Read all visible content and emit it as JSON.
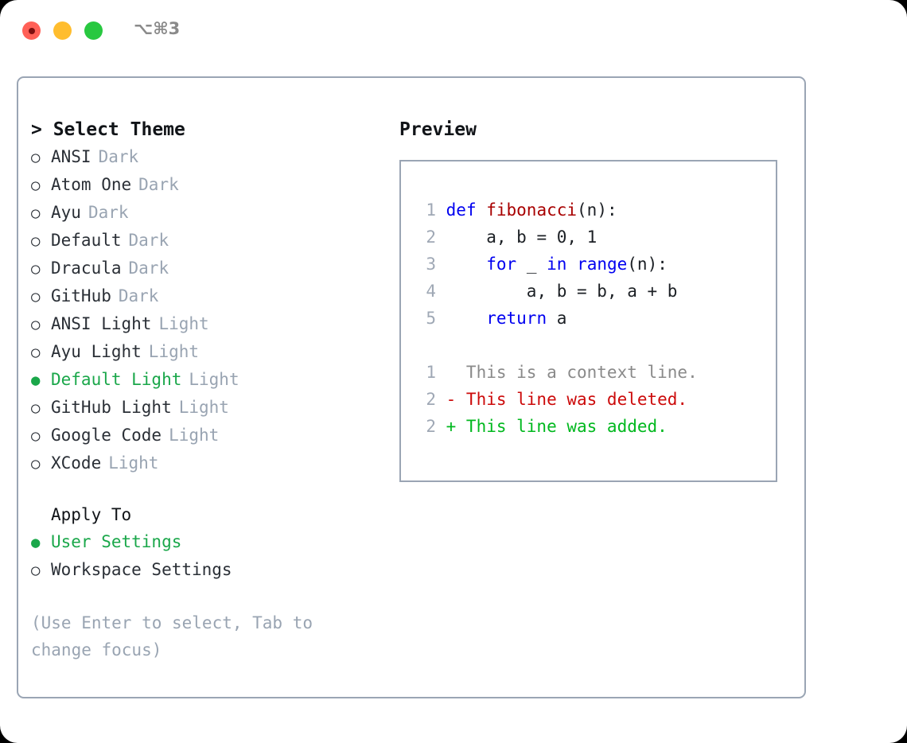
{
  "titlebar": {
    "shortcut": "⌥⌘3",
    "controls": [
      {
        "name": "close",
        "color": "#ff6057"
      },
      {
        "name": "minimize",
        "color": "#ffbd2e"
      },
      {
        "name": "maximize",
        "color": "#28c840"
      }
    ]
  },
  "theme_picker": {
    "heading": "> Select Theme",
    "markers": {
      "selected": "●",
      "unselected": "○"
    },
    "items": [
      {
        "label": "ANSI",
        "variant": "Dark",
        "selected": false
      },
      {
        "label": "Atom One",
        "variant": "Dark",
        "selected": false
      },
      {
        "label": "Ayu",
        "variant": "Dark",
        "selected": false
      },
      {
        "label": "Default",
        "variant": "Dark",
        "selected": false
      },
      {
        "label": "Dracula",
        "variant": "Dark",
        "selected": false
      },
      {
        "label": "GitHub",
        "variant": "Dark",
        "selected": false
      },
      {
        "label": "ANSI Light",
        "variant": "Light",
        "selected": false
      },
      {
        "label": "Ayu Light",
        "variant": "Light",
        "selected": false
      },
      {
        "label": "Default Light",
        "variant": "Light",
        "selected": true
      },
      {
        "label": "GitHub Light",
        "variant": "Light",
        "selected": false
      },
      {
        "label": "Google Code",
        "variant": "Light",
        "selected": false
      },
      {
        "label": "XCode",
        "variant": "Light",
        "selected": false
      }
    ]
  },
  "apply_to": {
    "heading": "Apply To",
    "items": [
      {
        "label": "User Settings",
        "selected": true
      },
      {
        "label": "Workspace Settings",
        "selected": false
      }
    ]
  },
  "hint": "(Use Enter to select, Tab to change focus)",
  "preview": {
    "heading": "Preview",
    "code_lines": [
      {
        "no": "1",
        "tokens": [
          {
            "t": "def ",
            "c": "kw"
          },
          {
            "t": "fibonacci",
            "c": "fn"
          },
          {
            "t": "(n):",
            "c": "pl"
          }
        ]
      },
      {
        "no": "2",
        "tokens": [
          {
            "t": "    a, b = 0, 1",
            "c": "pl"
          }
        ]
      },
      {
        "no": "3",
        "tokens": [
          {
            "t": "    ",
            "c": "pl"
          },
          {
            "t": "for",
            "c": "kw"
          },
          {
            "t": " _ ",
            "c": "pl"
          },
          {
            "t": "in",
            "c": "kw"
          },
          {
            "t": " ",
            "c": "pl"
          },
          {
            "t": "range",
            "c": "kw"
          },
          {
            "t": "(n):",
            "c": "pl"
          }
        ]
      },
      {
        "no": "4",
        "tokens": [
          {
            "t": "        a, b = b, a + b",
            "c": "pl"
          }
        ]
      },
      {
        "no": "5",
        "tokens": [
          {
            "t": "    ",
            "c": "pl"
          },
          {
            "t": "return",
            "c": "kw"
          },
          {
            "t": " a",
            "c": "pl"
          }
        ]
      }
    ],
    "diff_lines": [
      {
        "no": "1",
        "text": "   This is a context line.",
        "kind": "ctx"
      },
      {
        "no": "2",
        "text": " - This line was deleted.",
        "kind": "del"
      },
      {
        "no": "2",
        "text": " + This line was added.",
        "kind": "add"
      }
    ]
  },
  "colors": {
    "selection_green": "#1aa74a",
    "muted_gray": "#99a4b2",
    "border": "#9aa5b4",
    "keyword_blue": "#0000f0",
    "function_red": "#a80000",
    "diff_deleted": "#cc0a0a",
    "diff_added": "#00b81e"
  }
}
